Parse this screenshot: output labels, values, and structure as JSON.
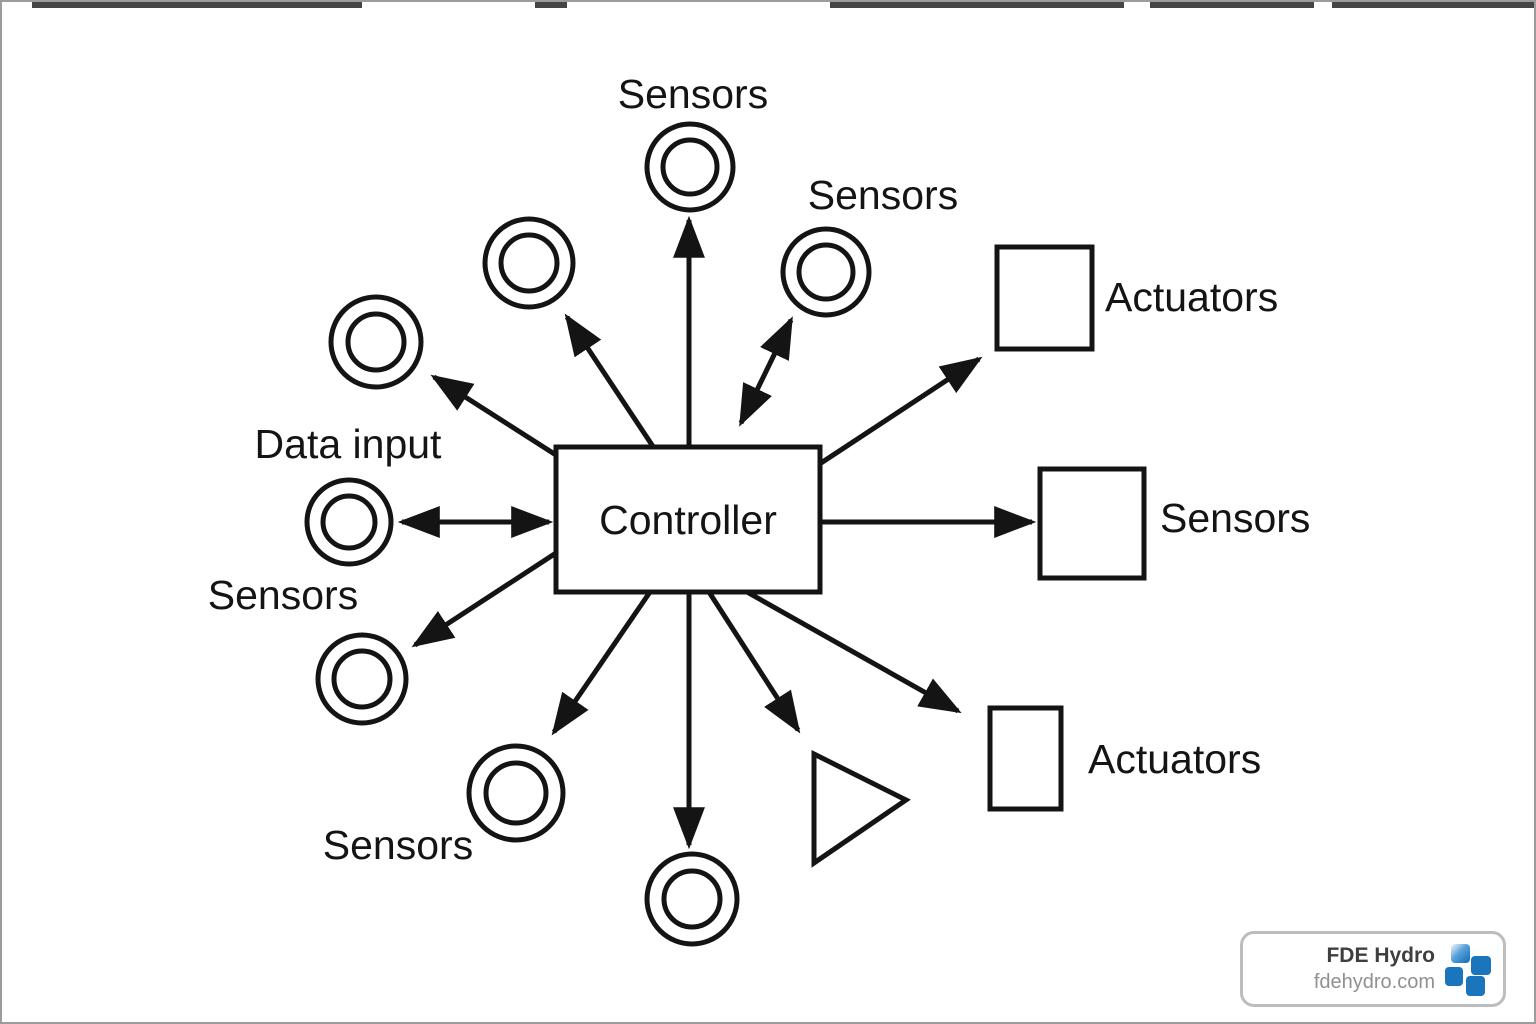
{
  "diagram": {
    "controller": {
      "label": "Controller"
    },
    "node_labels": {
      "top_sensor": "Sensors",
      "upper_right_sensor": "Sensors",
      "top_right_actuator": "Actuators",
      "right_sensor": "Sensors",
      "bottom_right_actuator": "Actuators",
      "data_input": "Data input",
      "left_sensor": "Sensors",
      "bottom_left_sensor": "Sensors"
    },
    "nodes": [
      {
        "id": "controller",
        "shape": "rectangle",
        "label": "Controller"
      },
      {
        "id": "top-sensor",
        "shape": "double-circle",
        "label": "Sensors"
      },
      {
        "id": "upper-right-sensor",
        "shape": "double-circle",
        "label": "Sensors"
      },
      {
        "id": "top-right-actuator",
        "shape": "square",
        "label": "Actuators"
      },
      {
        "id": "right-sensor",
        "shape": "square",
        "label": "Sensors"
      },
      {
        "id": "bottom-right-actuator",
        "shape": "square",
        "label": "Actuators"
      },
      {
        "id": "triangle-node",
        "shape": "triangle",
        "label": ""
      },
      {
        "id": "bottom-sensor",
        "shape": "double-circle",
        "label": ""
      },
      {
        "id": "bottom-left-sensor",
        "shape": "double-circle",
        "label": "Sensors"
      },
      {
        "id": "left-lower-sensor",
        "shape": "double-circle",
        "label": ""
      },
      {
        "id": "data-input-sensor",
        "shape": "double-circle",
        "label": "Data input / Sensors"
      },
      {
        "id": "left-upper-sensor",
        "shape": "double-circle",
        "label": ""
      },
      {
        "id": "upper-left-sensor",
        "shape": "double-circle",
        "label": ""
      }
    ],
    "edges": [
      {
        "from": "controller",
        "to": "top-sensor",
        "type": "arrow"
      },
      {
        "from": "controller",
        "to": "upper-right-sensor",
        "type": "double-arrow"
      },
      {
        "from": "controller",
        "to": "top-right-actuator",
        "type": "arrow"
      },
      {
        "from": "controller",
        "to": "right-sensor",
        "type": "arrow"
      },
      {
        "from": "controller",
        "to": "bottom-right-actuator",
        "type": "arrow"
      },
      {
        "from": "controller",
        "to": "triangle-node",
        "type": "arrow"
      },
      {
        "from": "controller",
        "to": "bottom-sensor",
        "type": "arrow"
      },
      {
        "from": "controller",
        "to": "bottom-left-sensor",
        "type": "arrow"
      },
      {
        "from": "controller",
        "to": "left-lower-sensor",
        "type": "arrow"
      },
      {
        "from": "controller",
        "to": "data-input-sensor",
        "type": "double-arrow"
      },
      {
        "from": "controller",
        "to": "left-upper-sensor",
        "type": "arrow"
      },
      {
        "from": "controller",
        "to": "upper-left-sensor",
        "type": "arrow"
      }
    ]
  },
  "watermark": {
    "name": "FDE Hydro",
    "website": "fdehydro.com",
    "logo_color": "#1a75bc"
  },
  "colors": {
    "ink": "#141414",
    "background": "#ffffff",
    "watermark_border": "#bdbdbd",
    "watermark_title": "#3f3f3f",
    "watermark_url": "#909090",
    "logo_blue": "#1a75bc"
  }
}
